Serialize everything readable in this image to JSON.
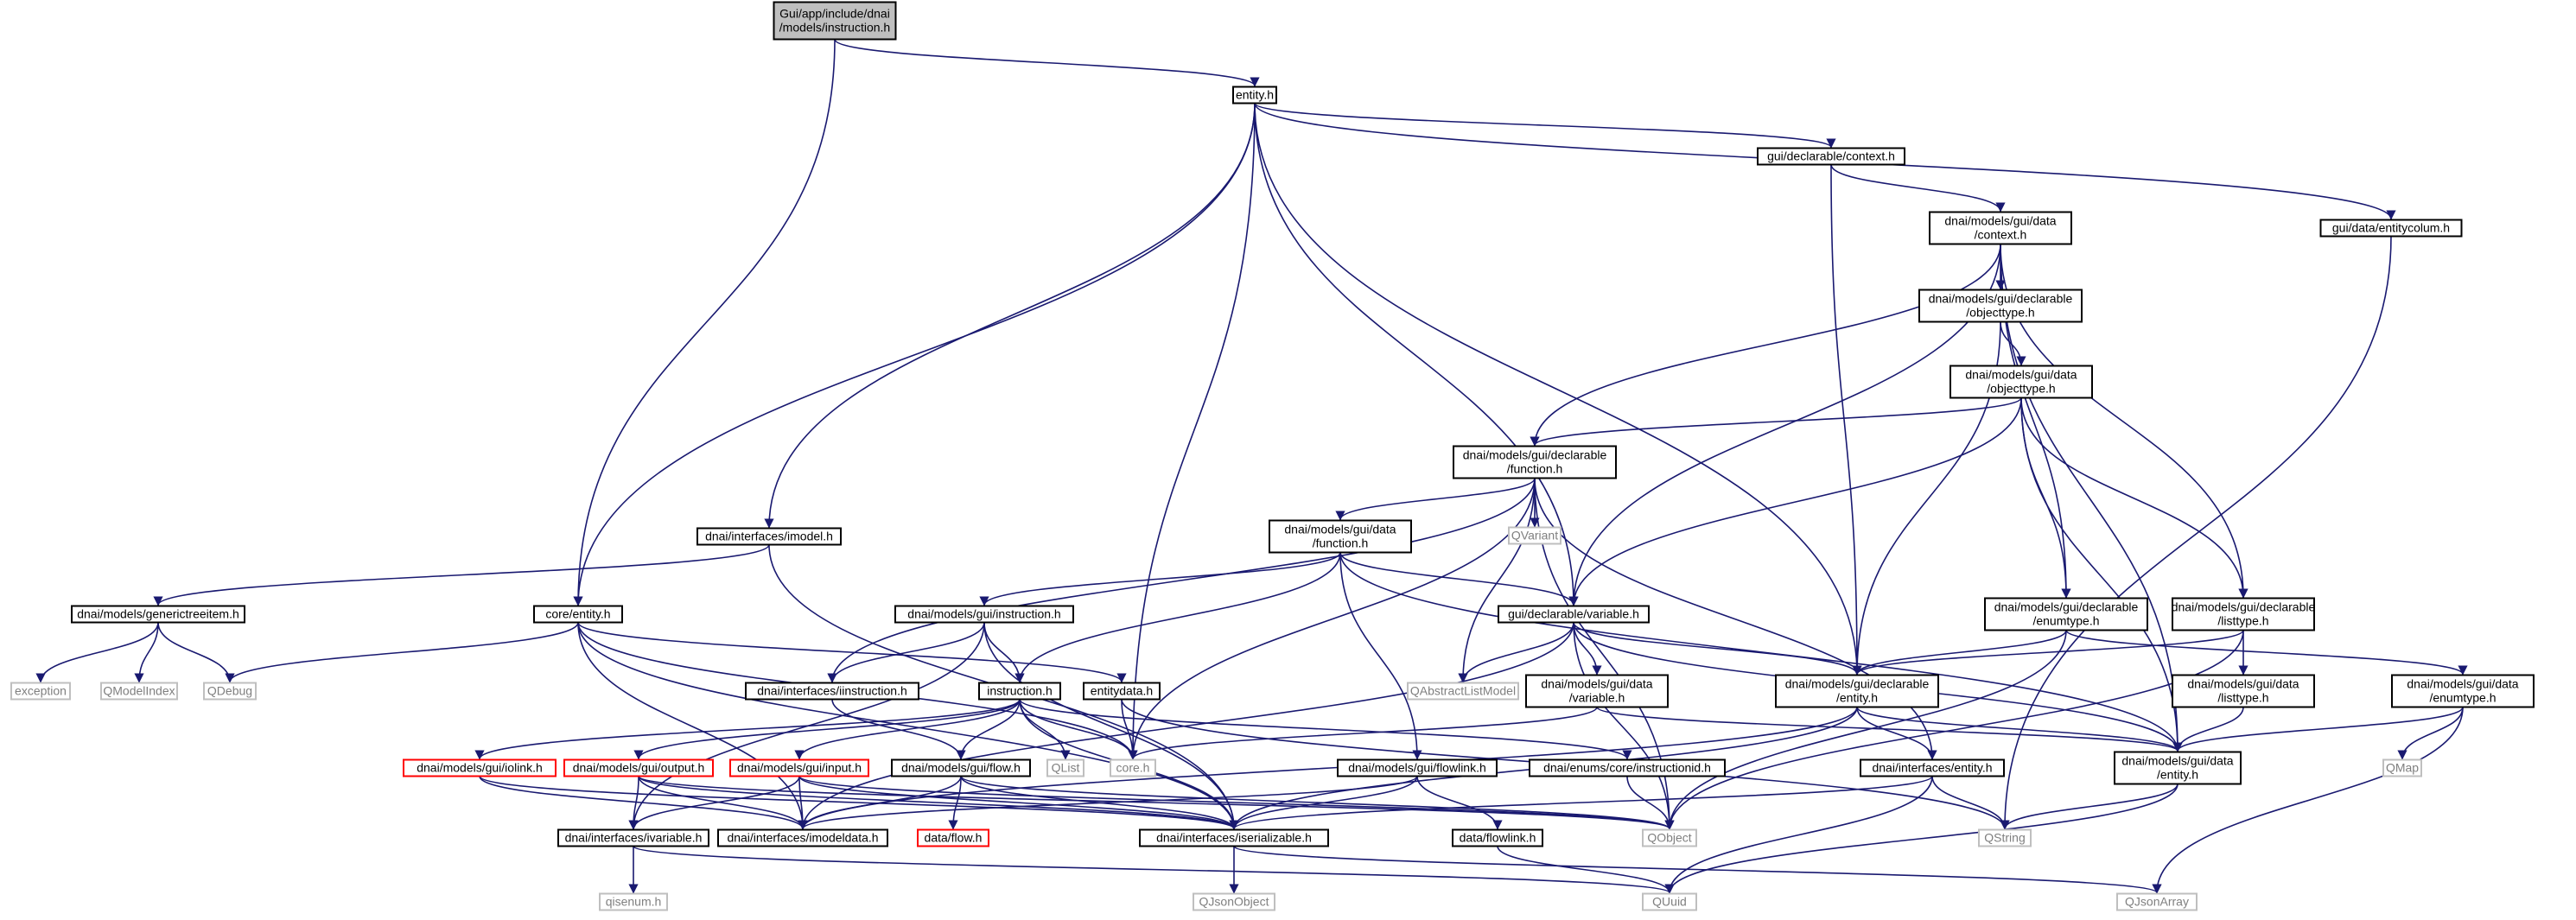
{
  "title": "Gui/app/include/dnai/models/instruction.h",
  "colors": {
    "edge": "#191970",
    "root_fill": "#bfbfbf",
    "node_border": "#000000",
    "system_border": "#bfbfbf",
    "truncated_border": "#ff0000",
    "system_text": "#7f7f7f"
  },
  "nodes": [
    {
      "id": "root",
      "label": "Gui/app/include/dnai\n/models/instruction.h",
      "kind": "root"
    },
    {
      "id": "entity_h",
      "label": "entity.h",
      "kind": "normal"
    },
    {
      "id": "core_entity_h",
      "label": "core/entity.h",
      "kind": "normal"
    },
    {
      "id": "gui_decl_context",
      "label": "gui/declarable/context.h",
      "kind": "normal"
    },
    {
      "id": "gui_data_entitycolum",
      "label": "gui/data/entitycolum.h",
      "kind": "normal"
    },
    {
      "id": "data_context",
      "label": "dnai/models/gui/data\n/context.h",
      "kind": "normal"
    },
    {
      "id": "decl_objecttype",
      "label": "dnai/models/gui/declarable\n/objecttype.h",
      "kind": "normal"
    },
    {
      "id": "data_objecttype",
      "label": "dnai/models/gui/data\n/objecttype.h",
      "kind": "normal"
    },
    {
      "id": "decl_function",
      "label": "dnai/models/gui/declarable\n/function.h",
      "kind": "normal"
    },
    {
      "id": "imodel",
      "label": "dnai/interfaces/imodel.h",
      "kind": "normal"
    },
    {
      "id": "qvariant",
      "label": "QVariant",
      "kind": "system"
    },
    {
      "id": "data_function",
      "label": "dnai/models/gui/data\n/function.h",
      "kind": "normal"
    },
    {
      "id": "generictreeitem",
      "label": "dnai/models/generictreeitem.h",
      "kind": "normal"
    },
    {
      "id": "gui_instruction",
      "label": "dnai/models/gui/instruction.h",
      "kind": "normal"
    },
    {
      "id": "gui_decl_variable",
      "label": "gui/declarable/variable.h",
      "kind": "normal"
    },
    {
      "id": "decl_enumtype",
      "label": "dnai/models/gui/declarable\n/enumtype.h",
      "kind": "normal"
    },
    {
      "id": "decl_listtype",
      "label": "dnai/models/gui/declarable\n/listtype.h",
      "kind": "normal"
    },
    {
      "id": "exception",
      "label": "exception",
      "kind": "system"
    },
    {
      "id": "qmodelindex",
      "label": "QModelIndex",
      "kind": "system"
    },
    {
      "id": "qdebug",
      "label": "QDebug",
      "kind": "system"
    },
    {
      "id": "iinstruction",
      "label": "dnai/interfaces/iinstruction.h",
      "kind": "normal"
    },
    {
      "id": "instruction_h",
      "label": "instruction.h",
      "kind": "normal"
    },
    {
      "id": "entitydata_h",
      "label": "entitydata.h",
      "kind": "normal"
    },
    {
      "id": "qabstractlistmodel",
      "label": "QAbstractListModel",
      "kind": "system"
    },
    {
      "id": "data_variable",
      "label": "dnai/models/gui/data\n/variable.h",
      "kind": "normal"
    },
    {
      "id": "decl_entity",
      "label": "dnai/models/gui/declarable\n/entity.h",
      "kind": "normal"
    },
    {
      "id": "data_listtype",
      "label": "dnai/models/gui/data\n/listtype.h",
      "kind": "normal"
    },
    {
      "id": "data_enumtype",
      "label": "dnai/models/gui/data\n/enumtype.h",
      "kind": "normal"
    },
    {
      "id": "iolink",
      "label": "dnai/models/gui/iolink.h",
      "kind": "truncated"
    },
    {
      "id": "output_h",
      "label": "dnai/models/gui/output.h",
      "kind": "truncated"
    },
    {
      "id": "input_h",
      "label": "dnai/models/gui/input.h",
      "kind": "truncated"
    },
    {
      "id": "flow_h",
      "label": "dnai/models/gui/flow.h",
      "kind": "normal"
    },
    {
      "id": "qlist",
      "label": "QList",
      "kind": "system"
    },
    {
      "id": "core_h",
      "label": "core.h",
      "kind": "system"
    },
    {
      "id": "flowlink_h",
      "label": "dnai/models/gui/flowlink.h",
      "kind": "normal"
    },
    {
      "id": "instructionid",
      "label": "dnai/enums/core/instructionid.h",
      "kind": "normal"
    },
    {
      "id": "interfaces_entity",
      "label": "dnai/interfaces/entity.h",
      "kind": "normal"
    },
    {
      "id": "data_entity",
      "label": "dnai/models/gui/data\n/entity.h",
      "kind": "normal"
    },
    {
      "id": "qmap",
      "label": "QMap",
      "kind": "system"
    },
    {
      "id": "ivariable",
      "label": "dnai/interfaces/ivariable.h",
      "kind": "normal"
    },
    {
      "id": "imodeldata",
      "label": "dnai/interfaces/imodeldata.h",
      "kind": "normal"
    },
    {
      "id": "data_flow",
      "label": "data/flow.h",
      "kind": "truncated"
    },
    {
      "id": "iserializable",
      "label": "dnai/interfaces/iserializable.h",
      "kind": "normal"
    },
    {
      "id": "data_flowlink",
      "label": "data/flowlink.h",
      "kind": "normal"
    },
    {
      "id": "qobject",
      "label": "QObject",
      "kind": "system"
    },
    {
      "id": "qstring",
      "label": "QString",
      "kind": "system"
    },
    {
      "id": "qisenum",
      "label": "qisenum.h",
      "kind": "system"
    },
    {
      "id": "qjsonobject",
      "label": "QJsonObject",
      "kind": "system"
    },
    {
      "id": "quuid",
      "label": "QUuid",
      "kind": "system"
    },
    {
      "id": "qjsonarray",
      "label": "QJsonArray",
      "kind": "system"
    }
  ],
  "edges": [
    [
      "root",
      "entity_h"
    ],
    [
      "root",
      "core_entity_h"
    ],
    [
      "entity_h",
      "gui_decl_context"
    ],
    [
      "entity_h",
      "gui_data_entitycolum"
    ],
    [
      "entity_h",
      "imodel"
    ],
    [
      "entity_h",
      "core_entity_h"
    ],
    [
      "entity_h",
      "core_h"
    ],
    [
      "entity_h",
      "gui_decl_variable"
    ],
    [
      "entity_h",
      "decl_entity"
    ],
    [
      "gui_decl_context",
      "data_context"
    ],
    [
      "gui_decl_context",
      "decl_entity"
    ],
    [
      "gui_data_entitycolum",
      "qstring"
    ],
    [
      "data_context",
      "decl_objecttype"
    ],
    [
      "data_context",
      "decl_function"
    ],
    [
      "data_context",
      "gui_decl_variable"
    ],
    [
      "data_context",
      "decl_enumtype"
    ],
    [
      "data_context",
      "decl_listtype"
    ],
    [
      "data_context",
      "data_entity"
    ],
    [
      "decl_objecttype",
      "data_objecttype"
    ],
    [
      "decl_objecttype",
      "decl_entity"
    ],
    [
      "data_objecttype",
      "decl_function"
    ],
    [
      "data_objecttype",
      "gui_decl_variable"
    ],
    [
      "data_objecttype",
      "decl_enumtype"
    ],
    [
      "data_objecttype",
      "decl_listtype"
    ],
    [
      "data_objecttype",
      "data_entity"
    ],
    [
      "decl_function",
      "qvariant"
    ],
    [
      "decl_function",
      "data_function"
    ],
    [
      "decl_function",
      "qabstractlistmodel"
    ],
    [
      "decl_function",
      "qobject"
    ],
    [
      "decl_function",
      "iinstruction"
    ],
    [
      "decl_function",
      "interfaces_entity"
    ],
    [
      "decl_function",
      "core_h"
    ],
    [
      "imodel",
      "generictreeitem"
    ],
    [
      "imodel",
      "iserializable"
    ],
    [
      "data_function",
      "gui_instruction"
    ],
    [
      "data_function",
      "gui_decl_variable"
    ],
    [
      "data_function",
      "instruction_h"
    ],
    [
      "data_function",
      "flowlink_h"
    ],
    [
      "data_function",
      "data_entity"
    ],
    [
      "generictreeitem",
      "exception"
    ],
    [
      "generictreeitem",
      "qmodelindex"
    ],
    [
      "generictreeitem",
      "qdebug"
    ],
    [
      "core_entity_h",
      "qdebug"
    ],
    [
      "core_entity_h",
      "entitydata_h"
    ],
    [
      "core_entity_h",
      "core_h"
    ],
    [
      "core_entity_h",
      "iserializable"
    ],
    [
      "core_entity_h",
      "imodeldata"
    ],
    [
      "gui_instruction",
      "iinstruction"
    ],
    [
      "gui_instruction",
      "instruction_h"
    ],
    [
      "gui_instruction",
      "iserializable"
    ],
    [
      "gui_instruction",
      "ivariable"
    ],
    [
      "gui_decl_variable",
      "qabstractlistmodel"
    ],
    [
      "gui_decl_variable",
      "data_variable"
    ],
    [
      "gui_decl_variable",
      "decl_entity"
    ],
    [
      "gui_decl_variable",
      "qobject"
    ],
    [
      "gui_decl_variable",
      "imodeldata"
    ],
    [
      "gui_decl_variable",
      "data_entity"
    ],
    [
      "decl_enumtype",
      "decl_entity"
    ],
    [
      "decl_enumtype",
      "data_enumtype"
    ],
    [
      "decl_enumtype",
      "qobject"
    ],
    [
      "decl_listtype",
      "decl_entity"
    ],
    [
      "decl_listtype",
      "data_listtype"
    ],
    [
      "decl_listtype",
      "qobject"
    ],
    [
      "iinstruction",
      "flow_h"
    ],
    [
      "instruction_h",
      "iolink"
    ],
    [
      "instruction_h",
      "output_h"
    ],
    [
      "instruction_h",
      "input_h"
    ],
    [
      "instruction_h",
      "flow_h"
    ],
    [
      "instruction_h",
      "qlist"
    ],
    [
      "instruction_h",
      "core_h"
    ],
    [
      "instruction_h",
      "instructionid"
    ],
    [
      "instruction_h",
      "iserializable"
    ],
    [
      "entitydata_h",
      "core_h"
    ],
    [
      "entitydata_h",
      "qstring"
    ],
    [
      "data_variable",
      "core_h"
    ],
    [
      "data_variable",
      "data_entity"
    ],
    [
      "decl_entity",
      "interfaces_entity"
    ],
    [
      "decl_entity",
      "data_entity"
    ],
    [
      "decl_entity",
      "iserializable"
    ],
    [
      "decl_entity",
      "imodeldata"
    ],
    [
      "data_listtype",
      "data_entity"
    ],
    [
      "data_enumtype",
      "data_entity"
    ],
    [
      "data_enumtype",
      "qmap"
    ],
    [
      "data_enumtype",
      "qjsonarray"
    ],
    [
      "iolink",
      "imodeldata"
    ],
    [
      "iolink",
      "iserializable"
    ],
    [
      "output_h",
      "ivariable"
    ],
    [
      "output_h",
      "imodeldata"
    ],
    [
      "output_h",
      "iserializable"
    ],
    [
      "output_h",
      "qobject"
    ],
    [
      "input_h",
      "ivariable"
    ],
    [
      "input_h",
      "imodeldata"
    ],
    [
      "input_h",
      "iserializable"
    ],
    [
      "input_h",
      "qobject"
    ],
    [
      "flow_h",
      "data_flow"
    ],
    [
      "flow_h",
      "imodeldata"
    ],
    [
      "flow_h",
      "iserializable"
    ],
    [
      "flow_h",
      "qobject"
    ],
    [
      "flowlink_h",
      "data_flowlink"
    ],
    [
      "flowlink_h",
      "iserializable"
    ],
    [
      "flowlink_h",
      "imodeldata"
    ],
    [
      "instructionid",
      "qobject"
    ],
    [
      "interfaces_entity",
      "qstring"
    ],
    [
      "interfaces_entity",
      "quuid"
    ],
    [
      "interfaces_entity",
      "iserializable"
    ],
    [
      "data_entity",
      "qstring"
    ],
    [
      "data_entity",
      "quuid"
    ],
    [
      "ivariable",
      "qisenum"
    ],
    [
      "ivariable",
      "quuid"
    ],
    [
      "iserializable",
      "qjsonobject"
    ],
    [
      "iserializable",
      "qjsonarray"
    ],
    [
      "data_flowlink",
      "quuid"
    ]
  ]
}
